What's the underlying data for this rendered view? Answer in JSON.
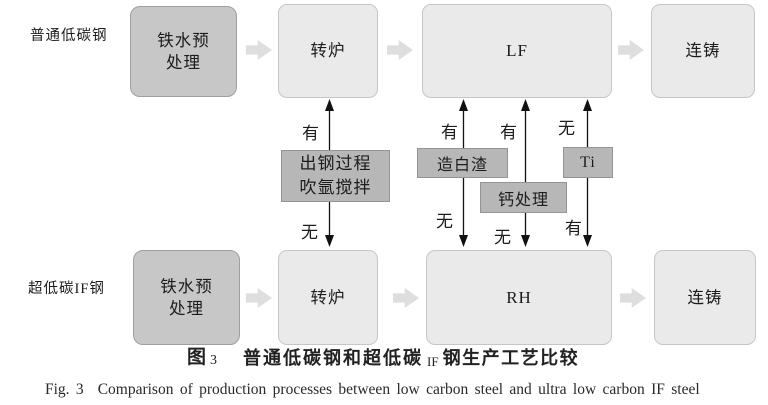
{
  "rows": {
    "top": {
      "label": "普通低碳钢",
      "pretreat_line1": "铁水预",
      "pretreat_line2": "处理",
      "converter": "转炉",
      "refining": "LF",
      "casting": "连铸"
    },
    "bottom": {
      "label": "超低碳IF钢",
      "pretreat_line1": "铁水预",
      "pretreat_line2": "处理",
      "converter": "转炉",
      "refining": "RH",
      "casting": "连铸"
    }
  },
  "conditions": {
    "argon": {
      "line1": "出钢过程",
      "line2": "吹氩搅拌",
      "top_label": "有",
      "bottom_label": "无"
    },
    "white_slag": {
      "label": "造白渣",
      "top_label": "有",
      "bottom_label": "无"
    },
    "calcium": {
      "label": "钙处理",
      "top_label": "有",
      "bottom_label": "无"
    },
    "titanium": {
      "label": "Ti",
      "top_label": "无",
      "bottom_label": "有"
    }
  },
  "caption_zh": {
    "fig": "图",
    "num": "3",
    "part1": "普通低碳钢和超低碳",
    "sub": "IF",
    "part2": "钢生产工艺比较"
  },
  "caption_en": {
    "fig": "Fig. 3",
    "text": "Comparison of production processes between low carbon steel and ultra low carbon IF steel"
  },
  "colors": {
    "pretreat_box_fill": "#c7c7c7",
    "process_box_fill": "#eaeaea",
    "condition_box_fill": "#b7b7b7",
    "flow_arrow_fill": "#dedede",
    "line_color": "#111111",
    "background": "#ffffff"
  }
}
